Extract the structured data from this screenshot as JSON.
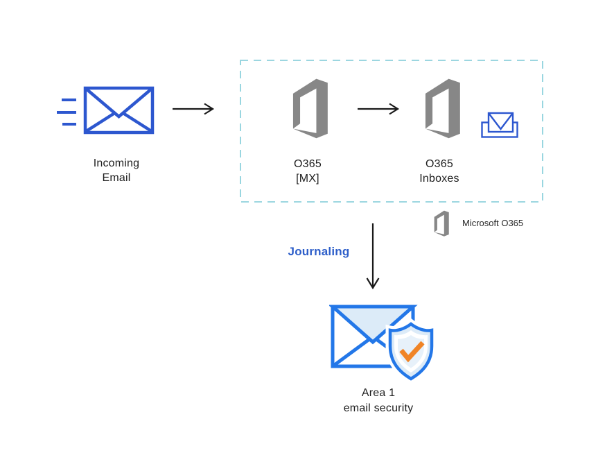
{
  "diagram": {
    "type": "email-flow-diagram",
    "nodes": {
      "incoming_email": {
        "line1": "Incoming",
        "line2": "Email"
      },
      "o365_mx": {
        "line1": "O365",
        "line2": "[MX]"
      },
      "o365_inboxes": {
        "line1": "O365",
        "line2": "Inboxes"
      },
      "area1": {
        "line1": "Area 1",
        "line2": "email security"
      }
    },
    "labels": {
      "journaling": "Journaling"
    },
    "legend": {
      "label": "Microsoft O365"
    },
    "icons": {
      "incoming_email": "incoming-email-envelope-icon",
      "o365": "office365-logo-icon",
      "inbox": "inbox-tray-icon",
      "area1": "email-security-shield-icon",
      "arrow_right": "arrow-right-icon",
      "arrow_down": "arrow-down-icon",
      "boundary": "o365-boundary-dashed-box"
    },
    "colors": {
      "primary_blue": "#2d57cf",
      "security_blue": "#2377e8",
      "light_blue_fill": "#dcebf8",
      "lighter_blue_fill": "#e7f1fa",
      "boundary_teal": "#8ed1dc",
      "office_gray": "#878787",
      "check_orange": "#f08426",
      "journaling_blue": "#2d5ec9",
      "arrow_black": "#1a1a1a"
    }
  }
}
